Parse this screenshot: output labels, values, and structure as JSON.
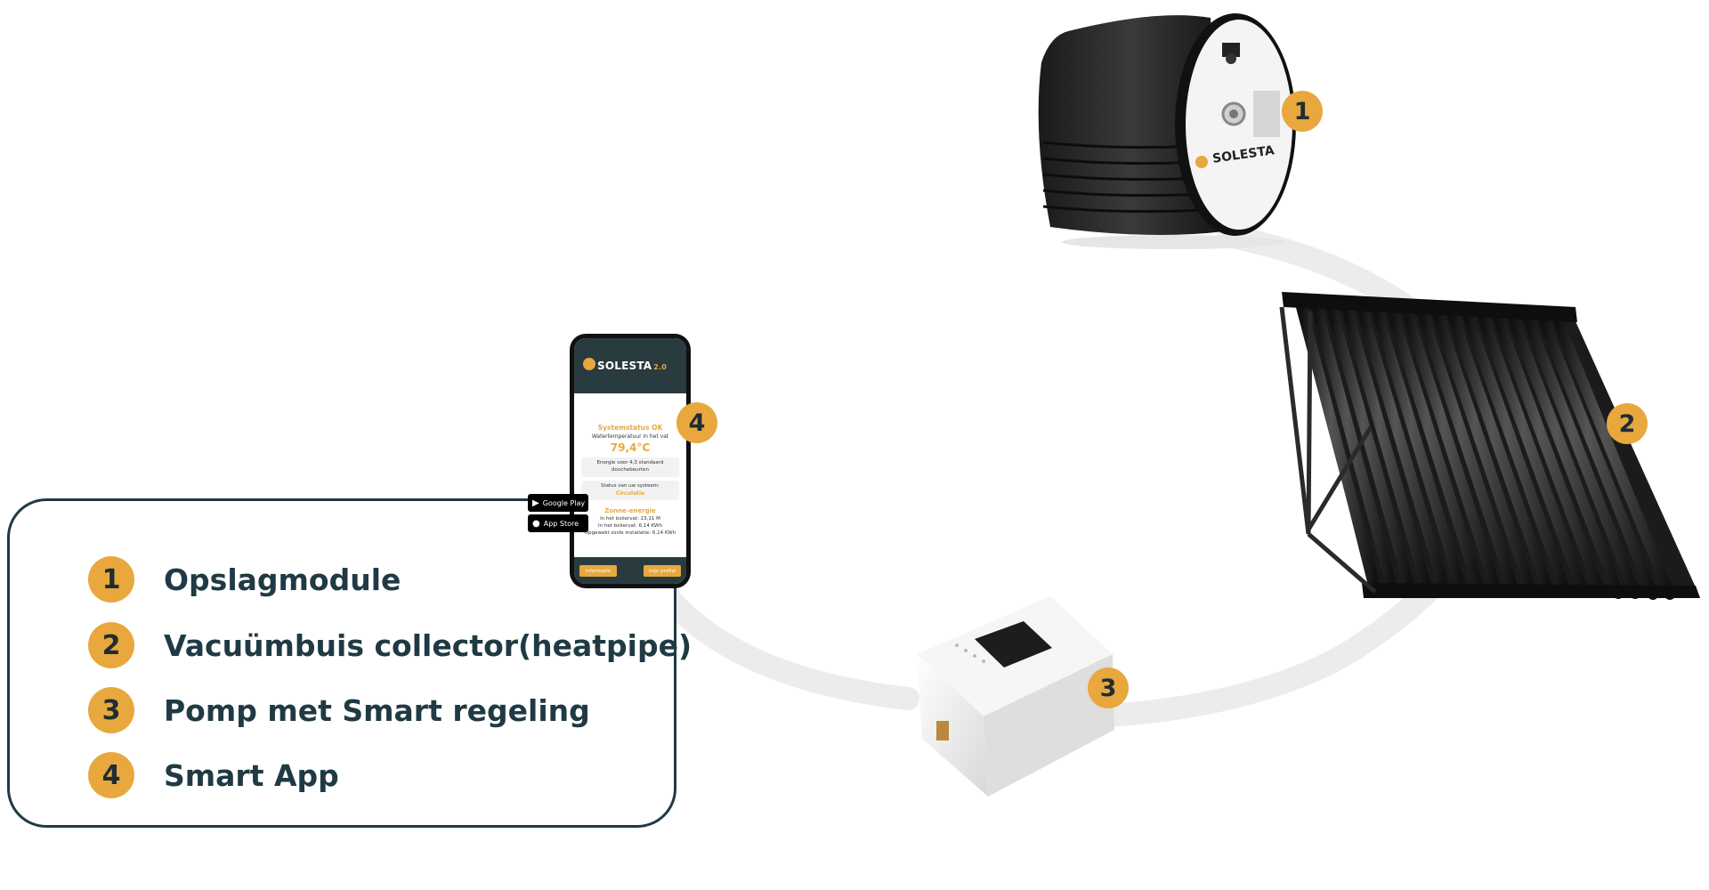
{
  "legend": {
    "items": [
      {
        "number": "1",
        "label": "Opslagmodule"
      },
      {
        "number": "2",
        "label": "Vacuümbuis collector(heatpipe)"
      },
      {
        "number": "3",
        "label": "Pomp met Smart regeling"
      },
      {
        "number": "4",
        "label": "Smart App"
      }
    ]
  },
  "badges": {
    "storage": "1",
    "collector": "2",
    "pump": "3",
    "app": "4"
  },
  "tank": {
    "brand": "SOLESTA"
  },
  "phone": {
    "brand": "SOLESTA",
    "brand_suffix": "2.0",
    "status_title": "Systemstatus OK",
    "water_temp_label": "Watertemperatuur in het vat",
    "water_temp_value": "79,4°C",
    "energy_line_1": "Energie voor 4,3 standaard",
    "energy_line_2": "douchebeurten",
    "system_status_label": "Status van uw systeem:",
    "system_status_value": "Circulatie",
    "solar_title": "Zonne-energie",
    "solar_line_1": "In het boilervat: 23,11 M",
    "solar_line_2": "In het boilervat: 6,14 KWh",
    "solar_line_3": "Opgewekt sinds installatie: 6,14 KWh",
    "button_info": "informatie",
    "button_profile": "mijn profiel"
  },
  "store_badges": {
    "google": "Google Play",
    "apple": "App Store"
  },
  "colors": {
    "accent": "#E8A83D",
    "dark": "#1f3a44"
  }
}
